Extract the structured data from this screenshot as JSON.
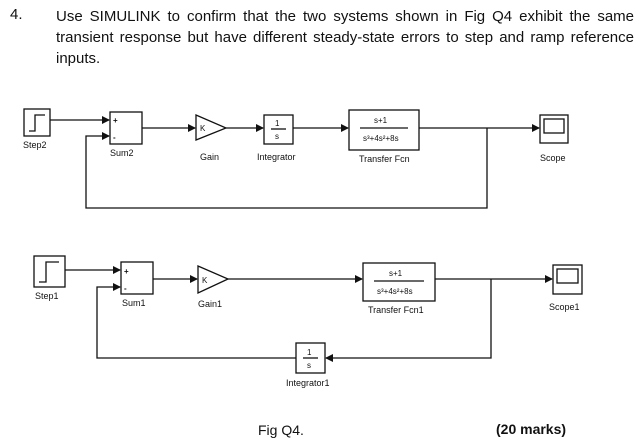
{
  "question": {
    "number": "4.",
    "text": "Use SIMULINK to confirm that the two systems shown in Fig Q4 exhibit the same transient response but have different steady-state errors to step and ramp reference inputs."
  },
  "diagram_top": {
    "step": "Step2",
    "sum": "Sum2",
    "gain": "Gain",
    "gain_symbol": "K",
    "integrator": "Integrator",
    "integrator_num": "1",
    "integrator_den": "s",
    "tf_num": "s+1",
    "tf_den": "s³+4s²+8s",
    "tf": "Transfer Fcn",
    "scope": "Scope",
    "sum_signs": [
      "+",
      "-"
    ]
  },
  "diagram_bottom": {
    "step": "Step1",
    "sum": "Sum1",
    "gain": "Gain1",
    "gain_symbol": "K",
    "integrator": "Integrator1",
    "integrator_num": "1",
    "integrator_den": "s",
    "tf_num": "s+1",
    "tf_den": "s³+4s²+8s",
    "tf": "Transfer Fcn1",
    "scope": "Scope1",
    "sum_signs": [
      "+",
      "-"
    ]
  },
  "caption": "Fig Q4.",
  "marks": "(20 marks)"
}
